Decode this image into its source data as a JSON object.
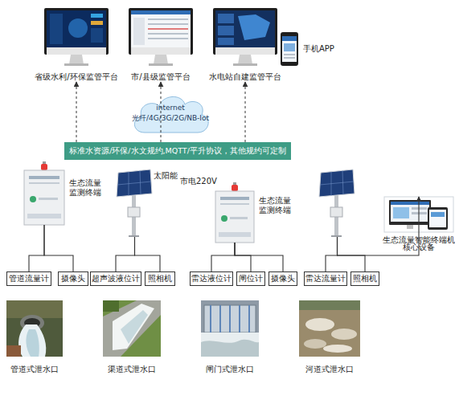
{
  "diagram": {
    "nodes": [
      {
        "text": [
          "省级水利/环保监管平台"
        ]
      },
      {
        "text": [
          "市/县级监管平台"
        ]
      },
      {
        "text": [
          "水电站自建监管平台"
        ]
      },
      {
        "text": [
          "手机APP"
        ]
      },
      {
        "text": [
          "internet",
          "光纤/4G/3G/2G/NB-Iot"
        ]
      },
      {
        "text": [
          "标准水资源/环保/水文规约,MQTT/平升协议，其他规约可定制"
        ]
      },
      {
        "text": [
          "生态流量监测终端"
        ]
      },
      {
        "text": [
          "太阳能"
        ]
      },
      {
        "text": [
          "市电220V",
          "生态流量监测终端"
        ]
      },
      {
        "text": []
      },
      {
        "text": [
          "生态流量智能终端机"
        ]
      },
      {
        "text": [
          "管道流量计"
        ]
      },
      {
        "text": [
          "摄像头"
        ]
      },
      {
        "text": [
          "超声波液位计"
        ]
      },
      {
        "text": [
          "照相机"
        ]
      },
      {
        "text": [
          "雷达液位计"
        ]
      },
      {
        "text": [
          "闸位计"
        ]
      },
      {
        "text": [
          "摄像头"
        ]
      },
      {
        "text": [
          "雷达流量计"
        ]
      },
      {
        "text": [
          "照相机"
        ]
      },
      {
        "text": [
          "管道式泄水口"
        ]
      },
      {
        "text": [
          "渠道式泄水口"
        ]
      },
      {
        "text": [
          "闸门式泄水口"
        ]
      },
      {
        "text": [
          "河道式泄水口"
        ]
      }
    ],
    "edges": [
      {
        "from": 5,
        "to": 0,
        "arrow": "to"
      },
      {
        "from": 5,
        "to": 1,
        "arrow": "to"
      },
      {
        "from": 5,
        "to": 2,
        "arrow": "to"
      },
      {
        "from": 6,
        "to": 11,
        "arrow": "none"
      },
      {
        "from": 6,
        "to": 12,
        "arrow": "none"
      },
      {
        "from": 7,
        "to": 13,
        "arrow": "none"
      },
      {
        "from": 7,
        "to": 14,
        "arrow": "none"
      },
      {
        "from": 8,
        "to": 15,
        "arrow": "none"
      },
      {
        "from": 8,
        "to": 16,
        "arrow": "none"
      },
      {
        "from": 8,
        "to": 17,
        "arrow": "none"
      },
      {
        "from": 9,
        "to": 18,
        "arrow": "none"
      },
      {
        "from": 9,
        "to": 19,
        "arrow": "none"
      },
      {
        "from": 9,
        "to": 10,
        "label": "核心设备",
        "arrow": "to"
      }
    ]
  }
}
